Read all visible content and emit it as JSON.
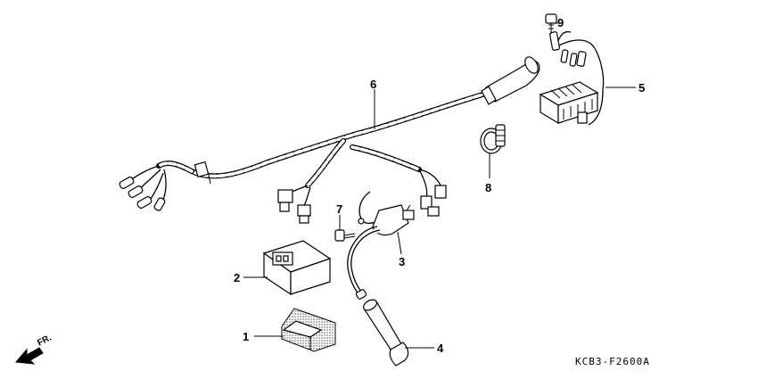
{
  "diagram_code": "KCB3-F2600A",
  "direction_label": "FR.",
  "callouts": [
    {
      "id": "1",
      "label": "1"
    },
    {
      "id": "2",
      "label": "2"
    },
    {
      "id": "3",
      "label": "3"
    },
    {
      "id": "4",
      "label": "4"
    },
    {
      "id": "5",
      "label": "5"
    },
    {
      "id": "6",
      "label": "6"
    },
    {
      "id": "7",
      "label": "7"
    },
    {
      "id": "8",
      "label": "8"
    },
    {
      "id": "9",
      "label": "9"
    }
  ]
}
